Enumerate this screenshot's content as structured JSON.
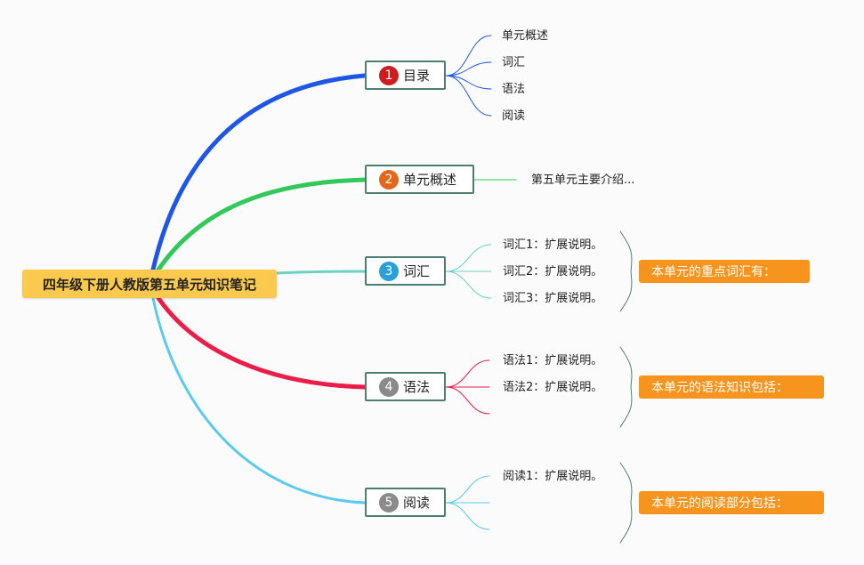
{
  "root": {
    "label": "四年级下册人教版第五单元知识笔记"
  },
  "branches": [
    {
      "number": "1",
      "label": "目录",
      "number_color": "#cc1e1e",
      "line_color": "#1e56e6",
      "children": [
        "单元概述",
        "词汇",
        "语法",
        "阅读"
      ],
      "summary": ""
    },
    {
      "number": "2",
      "label": "单元概述",
      "number_color": "#e2671b",
      "line_color": "#33c95a",
      "children": [
        "第五单元主要介绍..."
      ],
      "summary": ""
    },
    {
      "number": "3",
      "label": "词汇",
      "number_color": "#2a9fd8",
      "line_color": "#6cd2c0",
      "children": [
        "词汇1：扩展说明。",
        "词汇2：扩展说明。",
        "词汇3：扩展说明。"
      ],
      "summary": "本单元的重点词汇有："
    },
    {
      "number": "4",
      "label": "语法",
      "number_color": "#8a8a8a",
      "line_color": "#ea1e49",
      "children": [
        "语法1：扩展说明。",
        "语法2：扩展说明。",
        ""
      ],
      "summary": "本单元的语法知识包括："
    },
    {
      "number": "5",
      "label": "阅读",
      "number_color": "#8a8a8a",
      "line_color": "#5ccaee",
      "children": [
        "阅读1：扩展说明。",
        "",
        ""
      ],
      "summary": "本单元的阅读部分包括："
    }
  ],
  "colors": {
    "summary_bg": "#f7941d",
    "bracket": "#4d7f6f",
    "root_bg": "#fbc94d"
  }
}
